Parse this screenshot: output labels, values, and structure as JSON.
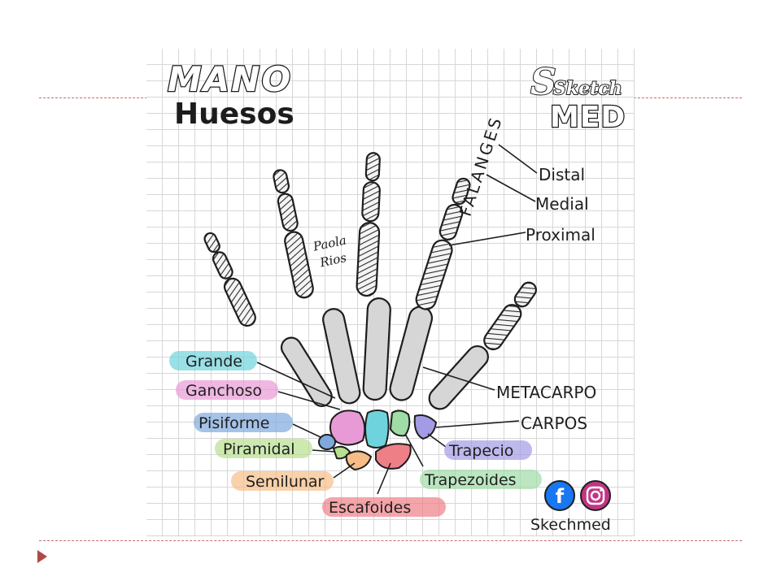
{
  "header": {
    "title_main": "MANO",
    "title_sub": "Huesos"
  },
  "logo": {
    "script": "Sketch",
    "initial": "S",
    "word": "MED"
  },
  "signature": {
    "first": "Paola",
    "last": "Rios"
  },
  "labels": {
    "falanges": "FALANGES",
    "distal": "Distal",
    "medial": "Medial",
    "proximal": "Proximal",
    "metacarpo": "METACARPO",
    "carpos": "CARPOS",
    "grande": "Grande",
    "ganchoso": "Ganchoso",
    "pisiforme": "Pisiforme",
    "piramidal": "Piramidal",
    "semilunar": "Semilunar",
    "escafoides": "Escafoides",
    "trapecio": "Trapecio",
    "trapezoides": "Trapezoides"
  },
  "social": {
    "handle": "Skechmed",
    "facebook_glyph": "f"
  },
  "colors": {
    "grande": "#6fd3dd",
    "ganchoso": "#e89ad6",
    "pisiforme": "#7fa9de",
    "piramidal": "#b8e08f",
    "semilunar": "#f6be86",
    "escafoides": "#ef7f86",
    "trapecio": "#a39be6",
    "trapezoides": "#9fdca6",
    "bone_fill": "#d6d6d6",
    "outline": "#1e1e1e",
    "slide_rule": "#c96a6a",
    "bullet": "#b04848",
    "facebook": "#1877f2",
    "instagram": "#c13584"
  },
  "icons": {
    "bullet": "triangle-right-icon",
    "facebook": "facebook-icon",
    "instagram": "instagram-icon"
  }
}
